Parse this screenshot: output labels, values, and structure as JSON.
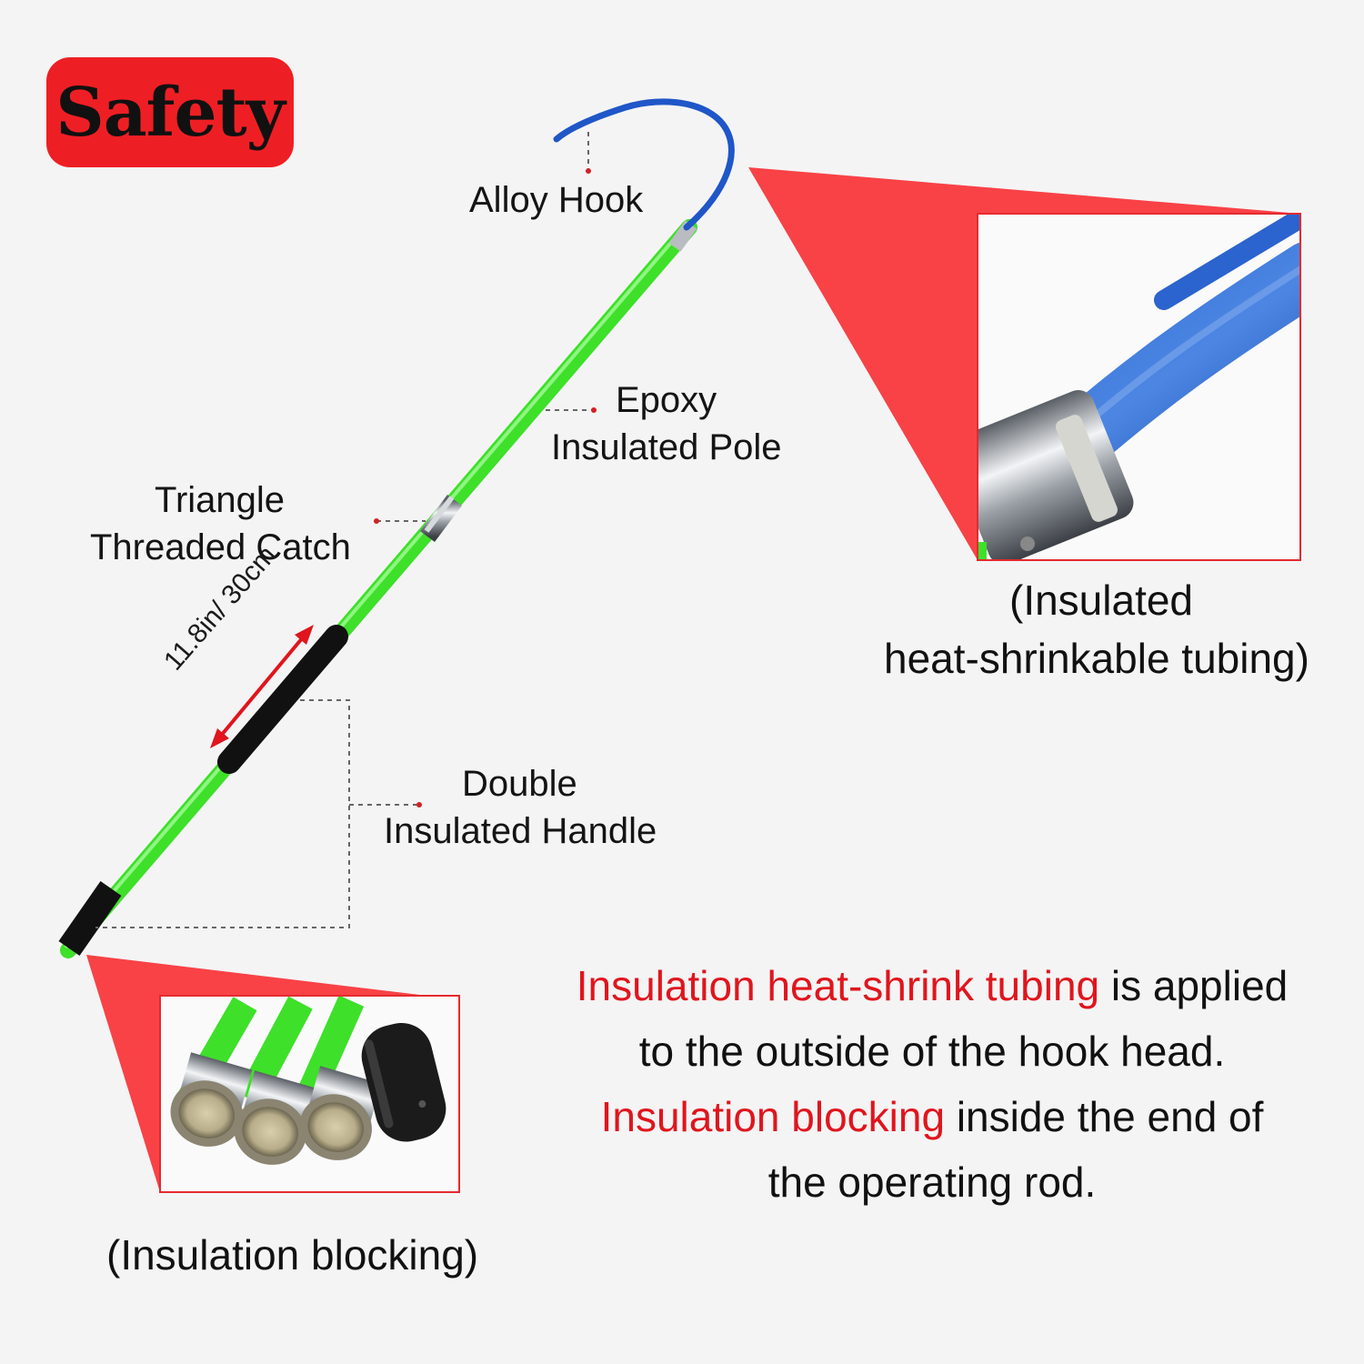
{
  "badge": {
    "text": "Safety"
  },
  "labels": {
    "alloy_hook": "Alloy Hook",
    "epoxy_line1": "Epoxy",
    "epoxy_line2": "Insulated Pole",
    "triangle_line1": "Triangle",
    "triangle_line2": "Threaded Catch",
    "handle_line1": "Double",
    "handle_line2": "Insulated Handle",
    "dimension": "11.8in/ 30cm"
  },
  "captions": {
    "tubing_line1": "(Insulated",
    "tubing_line2": "heat-shrinkable tubing)",
    "blocking": "(Insulation blocking)"
  },
  "description": {
    "line1_highlight": "Insulation heat-shrink tubing",
    "line1_rest": " is applied",
    "line2": "to the outside of the hook head.",
    "line3_highlight": "Insulation blocking",
    "line3_rest": " inside the end of",
    "line4": "the operating rod."
  },
  "colors": {
    "accent_red": "#ee1f24",
    "pole_green": "#3ee02a",
    "hook_blue": "#1f56c8",
    "handle_black": "#111111"
  }
}
